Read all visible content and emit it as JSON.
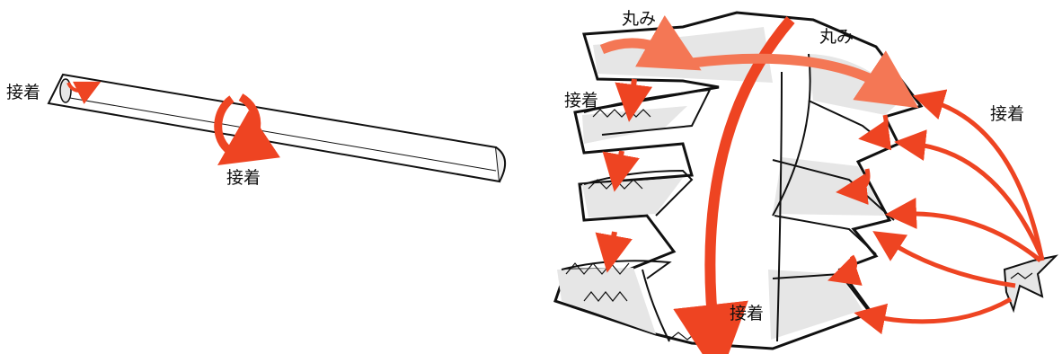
{
  "labels": {
    "glue_tube_end": "接着",
    "glue_tube_roll": "接着",
    "round_top": "丸み",
    "round_wide": "丸み",
    "glue_left_column": "接着",
    "glue_right": "接着",
    "glue_bottom": "接着"
  },
  "colors": {
    "arrow": "#ee4422",
    "arrow_light": "#f47755",
    "outline": "#111111",
    "fill_shade": "#e6e6e6",
    "background": "#ffffff"
  }
}
